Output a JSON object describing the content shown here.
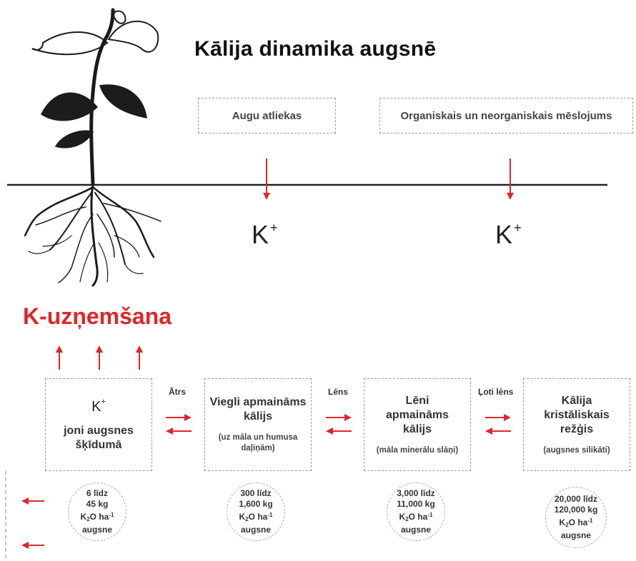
{
  "title": "Kālija dinamika augsnē",
  "inputs": [
    {
      "label": "Augu atliekas"
    },
    {
      "label": "Organiskais un neorganiskais mēslojums"
    }
  ],
  "k_ion": {
    "base": "K",
    "charge": "+"
  },
  "uptake_label": "K-uzņemšana",
  "pools": [
    {
      "k_base": "K",
      "k_charge": "+",
      "main": "joni augsnes šķīdumā",
      "sub": ""
    },
    {
      "main": "Viegli apmaināms kālijs",
      "sub": "(uz māla un humusa daļiņām)"
    },
    {
      "main": "Lēni apmaināms kālijs",
      "sub": "(māla minerālu slāņi)"
    },
    {
      "main": "Kālija kristāliskais režģis",
      "sub": "(augsnes silikāti)"
    }
  ],
  "speeds": [
    "Ātrs",
    "Lēns",
    "Ļoti lēns"
  ],
  "amounts": [
    {
      "line1": "6 līdz",
      "line2": "45 kg"
    },
    {
      "line1": "300 līdz",
      "line2": "1,600 kg"
    },
    {
      "line1": "3,000 līdz",
      "line2": "11,000 kg"
    },
    {
      "line1": "20,000 līdz",
      "line2": "120,000 kg"
    }
  ],
  "unit": {
    "k": "K",
    "sub2": "2",
    "o": "O ha",
    "sup": "-1",
    "tail": "augsne"
  },
  "colors": {
    "accent": "#e0262a",
    "dash": "#999999",
    "text": "#333333"
  }
}
